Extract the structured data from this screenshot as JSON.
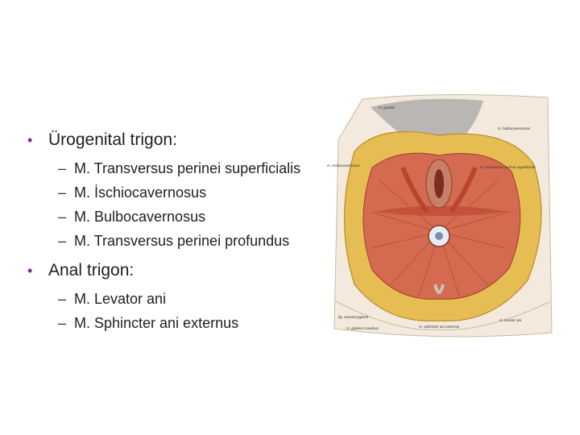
{
  "slide": {
    "sections": [
      {
        "title": "Ürogenital trigon:",
        "items": [
          "M. Transversus perinei superficialis",
          "M. İschiocavernosus",
          "M. Bulbocavernosus",
          "M. Transversus perinei profundus"
        ]
      },
      {
        "title": "Anal trigon:",
        "items": [
          "M. Levator ani",
          "M. Sphincter ani externus"
        ]
      }
    ],
    "bullet_glyph": "•",
    "dash_glyph": "–"
  },
  "colors": {
    "bullet": "#7a2e8e",
    "text": "#1f1f1f",
    "fat": "#e8c15a",
    "muscle": "#c8553e"
  },
  "figure": {
    "labels": [
      "m. gracilis",
      "m. ischiocavernosus",
      "m. bulbocavernosus",
      "m. transversus perinei superficialis",
      "m. levator ani",
      "m. sphincter ani externus",
      "m. gluteus maximus",
      "lig. anococcygeum"
    ]
  }
}
